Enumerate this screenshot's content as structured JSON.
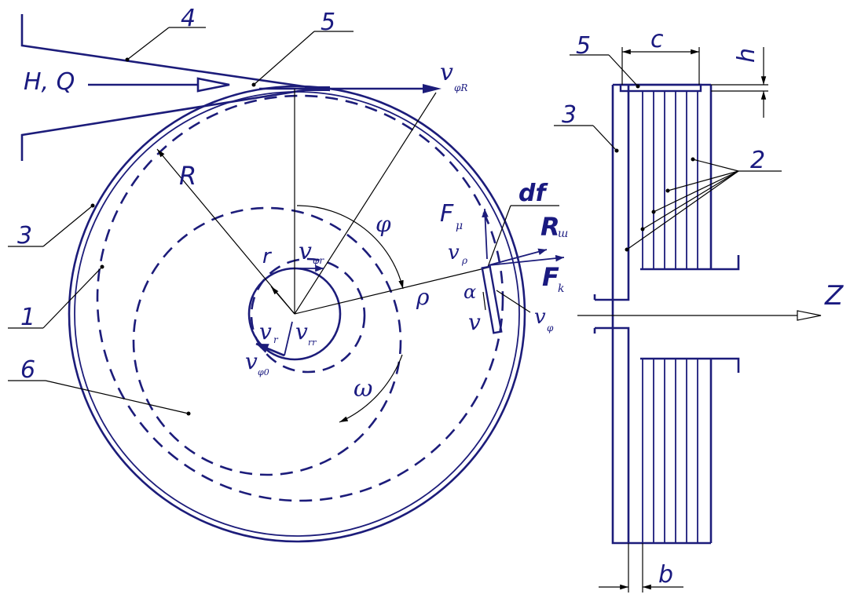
{
  "labels": {
    "n4": "4",
    "n5_left": "5",
    "n3_left": "3",
    "n1": "1",
    "n6": "6",
    "n5_right": "5",
    "n3_right": "3",
    "n2": "2",
    "hq": "H, Q",
    "R": "R",
    "r": "r",
    "phi": "φ",
    "rho": "ρ",
    "omega": "ω",
    "alpha": "α",
    "df": "df",
    "c": "c",
    "h": "h",
    "b": "b",
    "Z": "Z"
  },
  "vectors": {
    "v_phiR": {
      "main": "v",
      "sub": "φR"
    },
    "v_phir": {
      "main": "v",
      "sub": "φr"
    },
    "v_r": {
      "main": "v",
      "sub": "r"
    },
    "v_rr": {
      "main": "v",
      "sub": "rr"
    },
    "v_phi0": {
      "main": "v",
      "sub": "φ0"
    },
    "F_mu": {
      "main": "F",
      "sub": "μ"
    },
    "v_rho": {
      "main": "v",
      "sub": "ρ"
    },
    "R_sh": {
      "main": "R",
      "sub": "ш"
    },
    "F_k": {
      "main": "F",
      "sub": "k"
    },
    "v_plain": {
      "main": "v",
      "sub": ""
    },
    "v_phi": {
      "main": "v",
      "sub": "φ"
    }
  },
  "colors": {
    "navy": "#1c1c7a",
    "leader": "#000000"
  }
}
